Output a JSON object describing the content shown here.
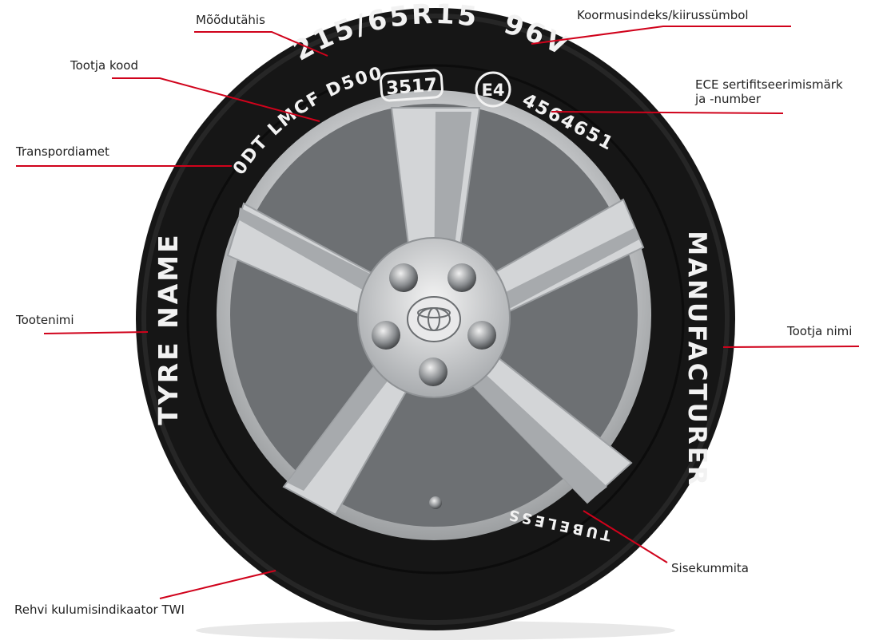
{
  "labels": {
    "size_marking": "Mõõdutähis",
    "load_speed": "Koormusindeks/kiirussümbol",
    "manufacturer_code": "Tootja kood",
    "ece_line1": "ECE sertifitseerimismärk",
    "ece_line2": "ja -number",
    "transport_dept": "Transpordiamet",
    "product_name": "Tootenimi",
    "manufacturer_name": "Tootja nimi",
    "tubeless_label": "Sisekummita",
    "twi": "Rehvi kulumisindikaator TWI"
  },
  "sidewall": {
    "size": "215/65R15",
    "load_speed": "96V",
    "dot_code": "0DT LMCF D500",
    "date_code": "3517",
    "ece_mark": "E4",
    "ece_number": "4564651",
    "tyre_name": "TYRE NAME",
    "manufacturer": "MANUFACTURER",
    "tubeless": "TUBELESS"
  },
  "colors": {
    "leader_line": "#d0021b",
    "tyre": "#161616",
    "rim": "#c9cbcd"
  }
}
